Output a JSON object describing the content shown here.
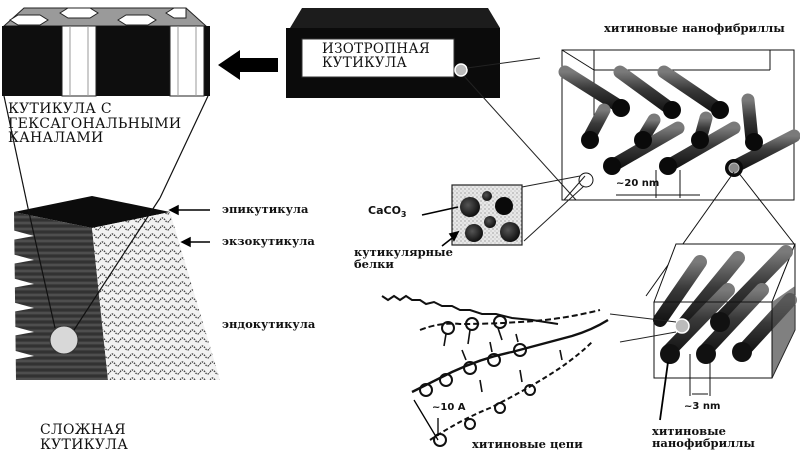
{
  "title": "Строение кутикулы членистоногих",
  "labels": {
    "hex_cuticle": [
      "КУТИКУЛА С",
      "ГЕКСАГОНАЛЬНЫМИ",
      "КАНАЛАМИ"
    ],
    "isotropic_cuticle": [
      "ИЗОТРОПНАЯ",
      "КУТИКУЛА"
    ],
    "complex_cuticle": [
      "СЛОЖНАЯ",
      "КУТИКУЛА"
    ],
    "epicuticle": "эпикутикула",
    "exocuticle": "экзокутикула",
    "endocuticle": "эндокутикула",
    "nanofibrils_top": "хитиновые нанофибриллы",
    "caco3": "CaCO",
    "caco3_sub": "3",
    "proteins": [
      "кутикулярные",
      "белки"
    ],
    "spacing_20nm": "~20 nm",
    "spacing_3nm": "~3 nm",
    "spacing_10a": "~10 A",
    "chitin_chains": "хитиновые цепи",
    "nanofibrils_bottom": [
      "хитиновые",
      "нанофибриллы"
    ]
  },
  "icons": {
    "arrow": "left-arrow",
    "magnify_markers": "circle"
  }
}
